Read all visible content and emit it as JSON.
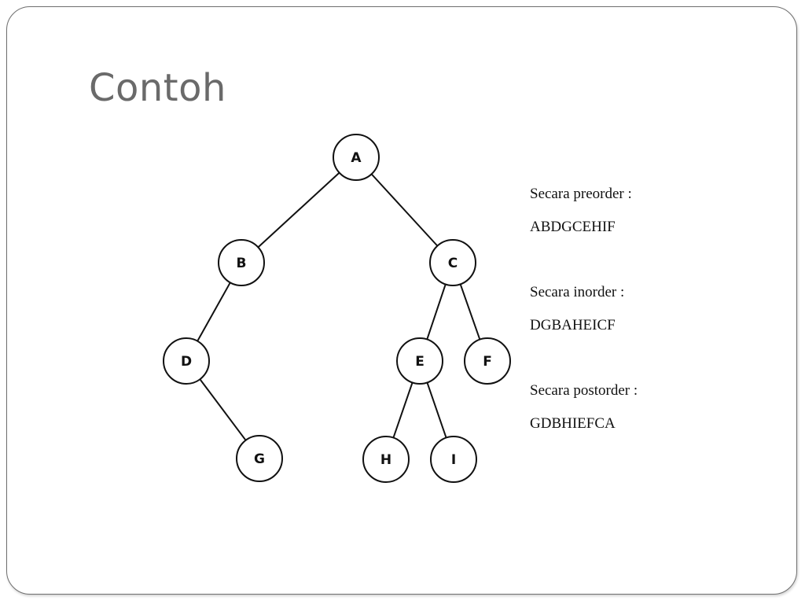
{
  "slide": {
    "title": "Contoh"
  },
  "tree": {
    "nodes": [
      {
        "id": "A",
        "label": "A"
      },
      {
        "id": "B",
        "label": "B"
      },
      {
        "id": "C",
        "label": "C"
      },
      {
        "id": "D",
        "label": "D"
      },
      {
        "id": "E",
        "label": "E"
      },
      {
        "id": "F",
        "label": "F"
      },
      {
        "id": "G",
        "label": "G"
      },
      {
        "id": "H",
        "label": "H"
      },
      {
        "id": "I",
        "label": "I"
      }
    ],
    "edges": [
      [
        "A",
        "B"
      ],
      [
        "A",
        "C"
      ],
      [
        "B",
        "D"
      ],
      [
        "D",
        "G"
      ],
      [
        "C",
        "E"
      ],
      [
        "C",
        "F"
      ],
      [
        "E",
        "H"
      ],
      [
        "E",
        "I"
      ]
    ]
  },
  "traversals": [
    {
      "heading": "Secara preorder :",
      "value": "ABDGCEHIF"
    },
    {
      "heading": "Secara inorder :",
      "value": "DGBAHEICF"
    },
    {
      "heading": "Secara postorder :",
      "value": "GDBHIEFCA"
    }
  ]
}
